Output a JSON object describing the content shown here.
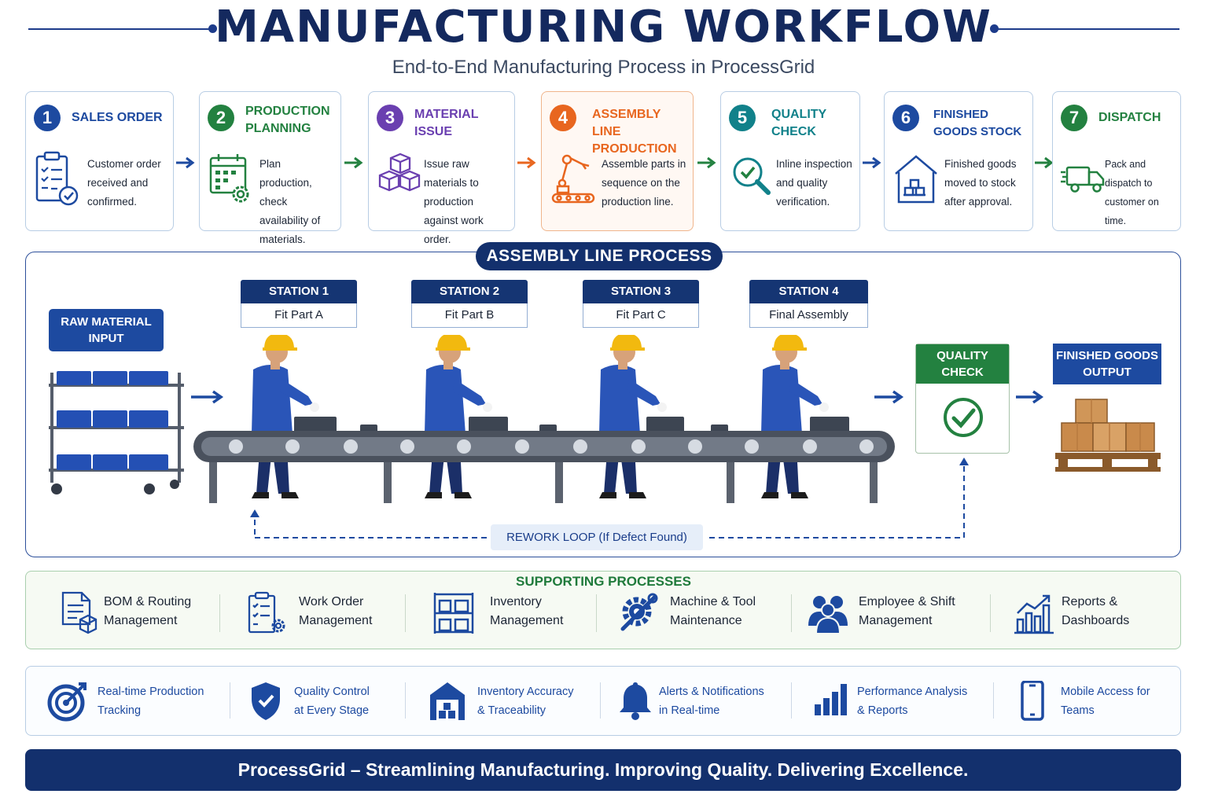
{
  "header": {
    "title": "MANUFACTURING WORKFLOW",
    "subtitle": "End-to-End Manufacturing Process in ProcessGrid"
  },
  "steps": [
    {
      "num": "1",
      "title": "SALES ORDER",
      "desc": "Customer order received and confirmed.",
      "color": "#1d4aa0",
      "icon": "clipboard-check-icon"
    },
    {
      "num": "2",
      "title": "PRODUCTION PLANNING",
      "desc": "Plan production, check availability of materials.",
      "color": "#238140",
      "icon": "calendar-gear-icon"
    },
    {
      "num": "3",
      "title": "MATERIAL ISSUE",
      "desc": "Issue raw materials to production against work order.",
      "color": "#6a3fb0",
      "icon": "boxes-icon"
    },
    {
      "num": "4",
      "title": "ASSEMBLY LINE PRODUCTION",
      "desc": "Assemble parts in sequence on the production line.",
      "color": "#e8661f",
      "icon": "robot-arm-icon"
    },
    {
      "num": "5",
      "title": "QUALITY CHECK",
      "desc": "Inline inspection and quality verification.",
      "color": "#11818a",
      "icon": "magnifier-check-icon"
    },
    {
      "num": "6",
      "title": "FINISHED GOODS STOCK",
      "desc": "Finished goods moved to stock after approval.",
      "color": "#1d4aa0",
      "icon": "warehouse-icon"
    },
    {
      "num": "7",
      "title": "DISPATCH",
      "desc": "Pack and dispatch to customer on time.",
      "color": "#238140",
      "icon": "truck-icon"
    }
  ],
  "assembly": {
    "title": "ASSEMBLY LINE PROCESS",
    "raw_input": "RAW MATERIAL INPUT",
    "stations": [
      {
        "head": "STATION 1",
        "task": "Fit Part A"
      },
      {
        "head": "STATION 2",
        "task": "Fit Part B"
      },
      {
        "head": "STATION 3",
        "task": "Fit Part C"
      },
      {
        "head": "STATION 4",
        "task": "Final Assembly"
      }
    ],
    "quality_check": "QUALITY CHECK",
    "finished_output": "FINISHED GOODS OUTPUT",
    "rework": "REWORK LOOP (If Defect Found)"
  },
  "supporting": {
    "title": "SUPPORTING PROCESSES",
    "items": [
      {
        "line1": "BOM & Routing",
        "line2": "Management",
        "icon": "bom-document-icon"
      },
      {
        "line1": "Work Order",
        "line2": "Management",
        "icon": "work-order-icon"
      },
      {
        "line1": "Inventory",
        "line2": "Management",
        "icon": "shelves-icon"
      },
      {
        "line1": "Machine & Tool",
        "line2": "Maintenance",
        "icon": "gear-wrench-icon"
      },
      {
        "line1": "Employee & Shift",
        "line2": "Management",
        "icon": "people-icon"
      },
      {
        "line1": "Reports &",
        "line2": "Dashboards",
        "icon": "bar-chart-icon"
      }
    ]
  },
  "features": {
    "items": [
      {
        "line1": "Real-time Production",
        "line2": "Tracking",
        "icon": "target-icon"
      },
      {
        "line1": "Quality Control",
        "line2": "at Every Stage",
        "icon": "shield-check-icon"
      },
      {
        "line1": "Inventory Accuracy",
        "line2": "& Traceability",
        "icon": "warehouse-icon"
      },
      {
        "line1": "Alerts & Notifications",
        "line2": "in Real-time",
        "icon": "bell-icon"
      },
      {
        "line1": "Performance Analysis",
        "line2": "& Reports",
        "icon": "bar-chart-icon"
      },
      {
        "line1": "Mobile Access for",
        "line2": "Teams",
        "icon": "mobile-icon"
      }
    ]
  },
  "footer": {
    "tagline": "ProcessGrid – Streamlining Manufacturing. Improving Quality. Delivering Excellence."
  },
  "colors": {
    "navy": "#13306d",
    "blue": "#1d4aa0",
    "green": "#238140",
    "orange": "#e8661f",
    "purple": "#6a3fb0",
    "teal": "#11818a"
  }
}
